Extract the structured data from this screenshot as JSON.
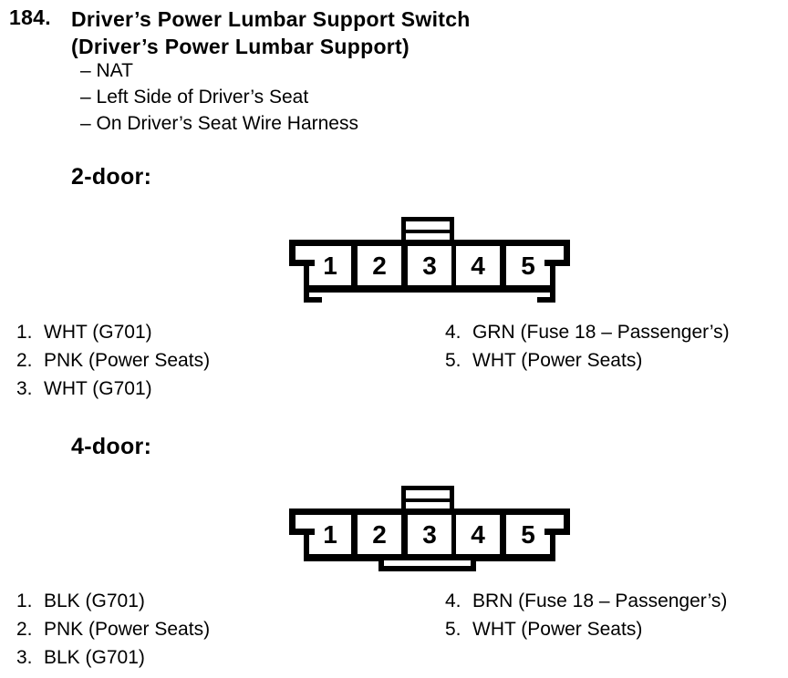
{
  "title": {
    "number": "184.",
    "line1": "Driver’s Power Lumbar Support Switch",
    "line2": "(Driver’s Power Lumbar Support)"
  },
  "notes": [
    "– NAT",
    "– Left Side of Driver’s Seat",
    "– On Driver’s Seat Wire Harness"
  ],
  "sections": [
    {
      "heading": "2-door:",
      "pins": [
        "1",
        "2",
        "3",
        "4",
        "5"
      ],
      "left": [
        {
          "num": "1.",
          "label": "WHT (G701)"
        },
        {
          "num": "2.",
          "label": "PNK (Power Seats)"
        },
        {
          "num": "3.",
          "label": "WHT (G701)"
        }
      ],
      "right": [
        {
          "num": "4.",
          "label": "GRN (Fuse 18 – Passenger’s)"
        },
        {
          "num": "5.",
          "label": "WHT (Power Seats)"
        }
      ]
    },
    {
      "heading": "4-door:",
      "pins": [
        "1",
        "2",
        "3",
        "4",
        "5"
      ],
      "left": [
        {
          "num": "1.",
          "label": "BLK (G701)"
        },
        {
          "num": "2.",
          "label": "PNK (Power Seats)"
        },
        {
          "num": "3.",
          "label": "BLK (G701)"
        }
      ],
      "right": [
        {
          "num": "4.",
          "label": "BRN (Fuse 18 – Passenger’s)"
        },
        {
          "num": "5.",
          "label": "WHT (Power Seats)"
        }
      ]
    }
  ],
  "colors": {
    "ink": "#000000",
    "paper": "#ffffff"
  }
}
